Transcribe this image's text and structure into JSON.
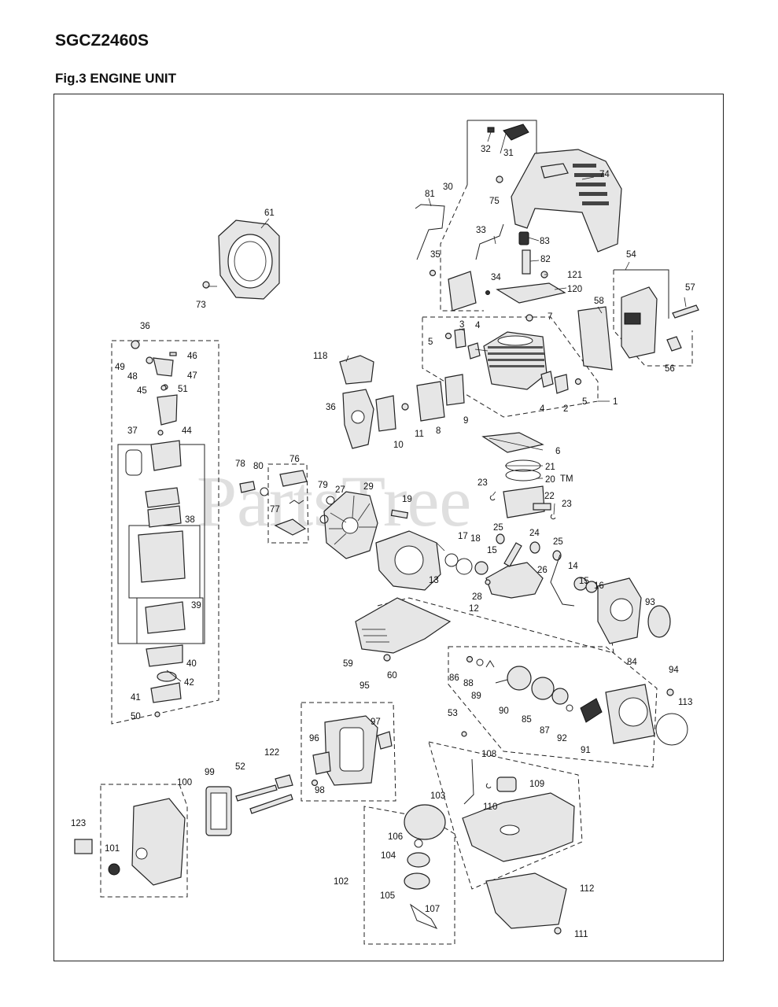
{
  "header": {
    "model": "SGCZ2460S",
    "figure_title": "Fig.3 ENGINE UNIT"
  },
  "watermark": "PartsTree",
  "trademark": "TM",
  "parts": [
    {
      "id": "p1",
      "label": "1"
    },
    {
      "id": "p2",
      "label": "2"
    },
    {
      "id": "p3",
      "label": "3"
    },
    {
      "id": "p4a",
      "label": "4"
    },
    {
      "id": "p4b",
      "label": "4"
    },
    {
      "id": "p5a",
      "label": "5"
    },
    {
      "id": "p5b",
      "label": "5"
    },
    {
      "id": "p6",
      "label": "6"
    },
    {
      "id": "p7",
      "label": "7"
    },
    {
      "id": "p8",
      "label": "8"
    },
    {
      "id": "p9",
      "label": "9"
    },
    {
      "id": "p10",
      "label": "10"
    },
    {
      "id": "p11",
      "label": "11"
    },
    {
      "id": "p12",
      "label": "12"
    },
    {
      "id": "p13",
      "label": "13"
    },
    {
      "id": "p14",
      "label": "14"
    },
    {
      "id": "p15a",
      "label": "15"
    },
    {
      "id": "p15b",
      "label": "15"
    },
    {
      "id": "p16",
      "label": "16"
    },
    {
      "id": "p17",
      "label": "17"
    },
    {
      "id": "p18",
      "label": "18"
    },
    {
      "id": "p19",
      "label": "19"
    },
    {
      "id": "p20",
      "label": "20"
    },
    {
      "id": "p21",
      "label": "21"
    },
    {
      "id": "p22",
      "label": "22"
    },
    {
      "id": "p23a",
      "label": "23"
    },
    {
      "id": "p23b",
      "label": "23"
    },
    {
      "id": "p24",
      "label": "24"
    },
    {
      "id": "p25a",
      "label": "25"
    },
    {
      "id": "p25b",
      "label": "25"
    },
    {
      "id": "p26",
      "label": "26"
    },
    {
      "id": "p27",
      "label": "27"
    },
    {
      "id": "p28",
      "label": "28"
    },
    {
      "id": "p29",
      "label": "29"
    },
    {
      "id": "p30",
      "label": "30"
    },
    {
      "id": "p31",
      "label": "31"
    },
    {
      "id": "p32",
      "label": "32"
    },
    {
      "id": "p33",
      "label": "33"
    },
    {
      "id": "p34",
      "label": "34"
    },
    {
      "id": "p35",
      "label": "35"
    },
    {
      "id": "p36a",
      "label": "36"
    },
    {
      "id": "p36b",
      "label": "36"
    },
    {
      "id": "p37",
      "label": "37"
    },
    {
      "id": "p38",
      "label": "38"
    },
    {
      "id": "p39",
      "label": "39"
    },
    {
      "id": "p40",
      "label": "40"
    },
    {
      "id": "p41",
      "label": "41"
    },
    {
      "id": "p42",
      "label": "42"
    },
    {
      "id": "p44",
      "label": "44"
    },
    {
      "id": "p45",
      "label": "45"
    },
    {
      "id": "p46",
      "label": "46"
    },
    {
      "id": "p47",
      "label": "47"
    },
    {
      "id": "p48",
      "label": "48"
    },
    {
      "id": "p49",
      "label": "49"
    },
    {
      "id": "p50",
      "label": "50"
    },
    {
      "id": "p51",
      "label": "51"
    },
    {
      "id": "p52",
      "label": "52"
    },
    {
      "id": "p53",
      "label": "53"
    },
    {
      "id": "p54",
      "label": "54"
    },
    {
      "id": "p56",
      "label": "56"
    },
    {
      "id": "p57",
      "label": "57"
    },
    {
      "id": "p58",
      "label": "58"
    },
    {
      "id": "p59",
      "label": "59"
    },
    {
      "id": "p60",
      "label": "60"
    },
    {
      "id": "p61",
      "label": "61"
    },
    {
      "id": "p73",
      "label": "73"
    },
    {
      "id": "p74",
      "label": "74"
    },
    {
      "id": "p75",
      "label": "75"
    },
    {
      "id": "p76",
      "label": "76"
    },
    {
      "id": "p77",
      "label": "77"
    },
    {
      "id": "p78",
      "label": "78"
    },
    {
      "id": "p79",
      "label": "79"
    },
    {
      "id": "p80",
      "label": "80"
    },
    {
      "id": "p81",
      "label": "81"
    },
    {
      "id": "p82",
      "label": "82"
    },
    {
      "id": "p83",
      "label": "83"
    },
    {
      "id": "p84",
      "label": "84"
    },
    {
      "id": "p85",
      "label": "85"
    },
    {
      "id": "p86",
      "label": "86"
    },
    {
      "id": "p87",
      "label": "87"
    },
    {
      "id": "p88",
      "label": "88"
    },
    {
      "id": "p89",
      "label": "89"
    },
    {
      "id": "p90",
      "label": "90"
    },
    {
      "id": "p91",
      "label": "91"
    },
    {
      "id": "p92",
      "label": "92"
    },
    {
      "id": "p93",
      "label": "93"
    },
    {
      "id": "p94",
      "label": "94"
    },
    {
      "id": "p95",
      "label": "95"
    },
    {
      "id": "p96",
      "label": "96"
    },
    {
      "id": "p97",
      "label": "97"
    },
    {
      "id": "p98",
      "label": "98"
    },
    {
      "id": "p99",
      "label": "99"
    },
    {
      "id": "p100",
      "label": "100"
    },
    {
      "id": "p101",
      "label": "101"
    },
    {
      "id": "p102",
      "label": "102"
    },
    {
      "id": "p103",
      "label": "103"
    },
    {
      "id": "p104",
      "label": "104"
    },
    {
      "id": "p105",
      "label": "105"
    },
    {
      "id": "p106",
      "label": "106"
    },
    {
      "id": "p107",
      "label": "107"
    },
    {
      "id": "p108",
      "label": "108"
    },
    {
      "id": "p109",
      "label": "109"
    },
    {
      "id": "p110",
      "label": "110"
    },
    {
      "id": "p111",
      "label": "111"
    },
    {
      "id": "p112",
      "label": "112"
    },
    {
      "id": "p113",
      "label": "113"
    },
    {
      "id": "p118",
      "label": "118"
    },
    {
      "id": "p120",
      "label": "120"
    },
    {
      "id": "p121",
      "label": "121"
    },
    {
      "id": "p122",
      "label": "122"
    },
    {
      "id": "p123",
      "label": "123"
    }
  ]
}
